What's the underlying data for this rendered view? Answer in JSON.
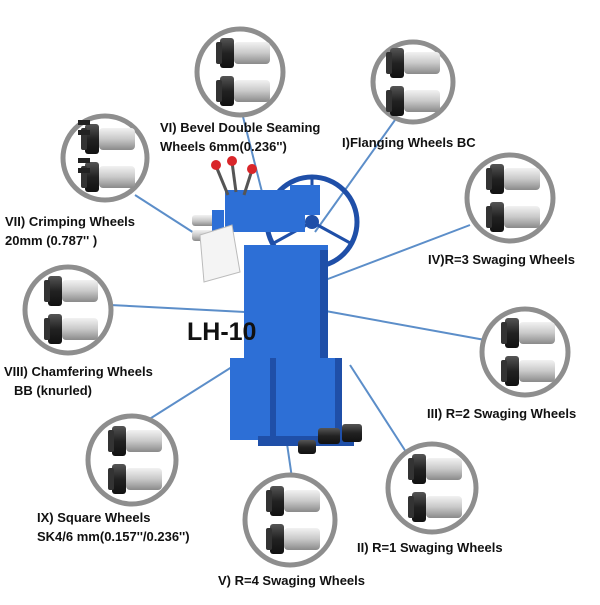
{
  "model": "LH-10",
  "labels": {
    "bevel_line1": "VI) Bevel Double Seaming",
    "bevel_line2": "Wheels 6mm(0.236'')",
    "flanging": "I)Flanging Wheels BC",
    "crimping_line1": "VII) Crimping Wheels",
    "crimping_line2": "20mm (0.787'' )",
    "swaging_r3": "IV)R=3 Swaging Wheels",
    "chamfering_line1": "VIII) Chamfering Wheels",
    "chamfering_line2": "BB (knurled)",
    "swaging_r2": "III) R=2 Swaging Wheels",
    "square_line1": "IX) Square Wheels",
    "square_line2": "SK4/6 mm(0.157''/0.236'')",
    "swaging_r1": "II) R=1 Swaging Wheels",
    "swaging_r4": "V) R=4 Swaging Wheels"
  },
  "colors": {
    "machine_blue": "#2d6fd6",
    "machine_dark": "#1f4fa8",
    "leader_line": "#5c8ec9",
    "ring": "#8e8e8e",
    "red_knob": "#d9262a"
  }
}
